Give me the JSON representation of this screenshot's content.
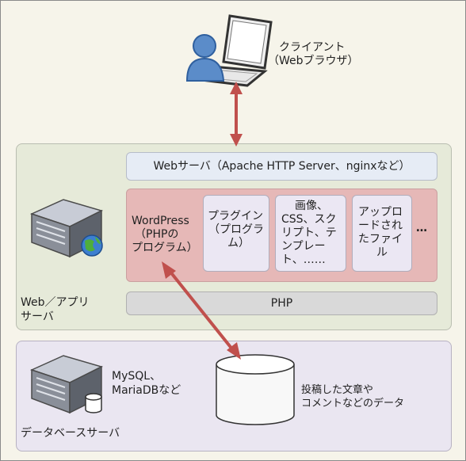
{
  "client": {
    "line1": "クライアント",
    "line2": "（Webブラウザ）"
  },
  "app_server": {
    "label_line1": "Web／アプリ",
    "label_line2": "サーバ",
    "web_server": "Webサーバ（Apache HTTP Server、nginxなど）",
    "wordpress": {
      "line1": "WordPress",
      "line2": "（PHPの",
      "line3": "プログラム）"
    },
    "plugin": {
      "line1": "プラグイン",
      "line2": "（プログラ",
      "line3": "ム）"
    },
    "assets": {
      "line1": "画像、",
      "line2": "CSS、スク",
      "line3": "リプト、テ",
      "line4": "ンプレー",
      "line5": "ト、……"
    },
    "uploads": {
      "line1": "アップロ",
      "line2": "ードされ",
      "line3": "たファイ",
      "line4": "ル"
    },
    "more": "…",
    "php": "PHP"
  },
  "db_server": {
    "label": "データベースサーバ",
    "db_name_line1": "MySQL、",
    "db_name_line2": "MariaDBなど",
    "content_line1": "投稿した文章や",
    "content_line2": "コメントなどのデータ"
  },
  "colors": {
    "app_panel": "#e6ead9",
    "db_panel": "#eae6f1",
    "wp_area": "#e6b8b7",
    "inner_box": "#ebe7f3",
    "web_bar": "#e6ecf5",
    "php_bar": "#d9d9d9",
    "arrow": "#c0504d"
  }
}
